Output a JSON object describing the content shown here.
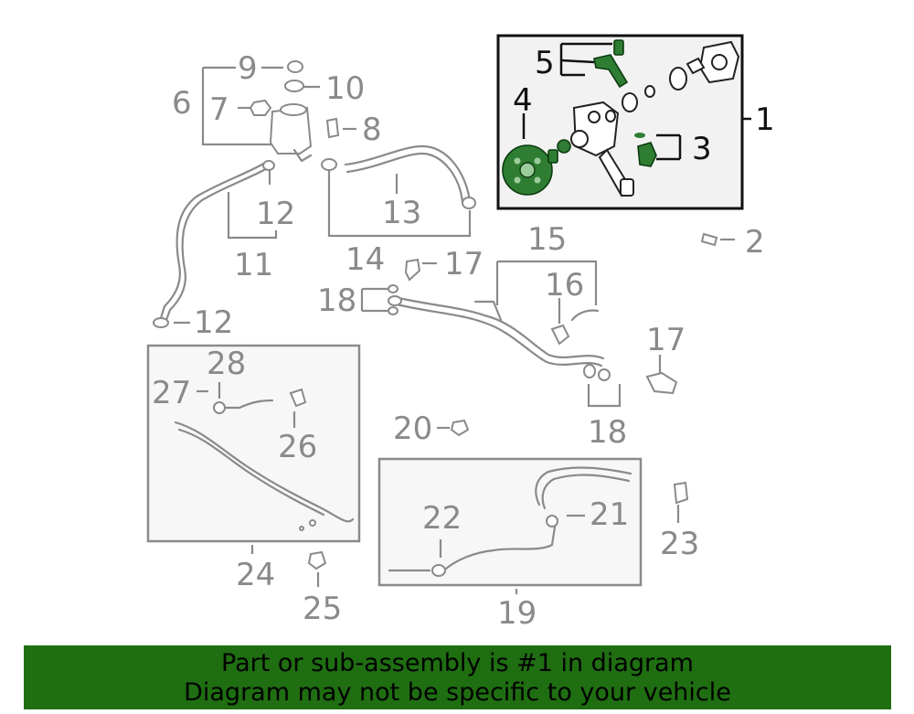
{
  "callouts": {
    "c1": "1",
    "c2": "2",
    "c3": "3",
    "c4": "4",
    "c5": "5",
    "c6": "6",
    "c7": "7",
    "c8": "8",
    "c9": "9",
    "c10": "10",
    "c11": "11",
    "c12a": "12",
    "c12b": "12",
    "c13": "13",
    "c14": "14",
    "c15": "15",
    "c16": "16",
    "c17a": "17",
    "c17b": "17",
    "c18a": "18",
    "c18b": "18",
    "c19": "19",
    "c20": "20",
    "c21": "21",
    "c22": "22",
    "c23": "23",
    "c24": "24",
    "c25": "25",
    "c26": "26",
    "c27": "27",
    "c28": "28"
  },
  "banner": {
    "line1": "Part or sub-assembly is #1 in diagram",
    "line2": "Diagram may not be specific to your vehicle"
  },
  "colors": {
    "banner_bg": "#1f6e12",
    "highlight_part": "#2e7d32",
    "line": "#8a8a8a"
  }
}
